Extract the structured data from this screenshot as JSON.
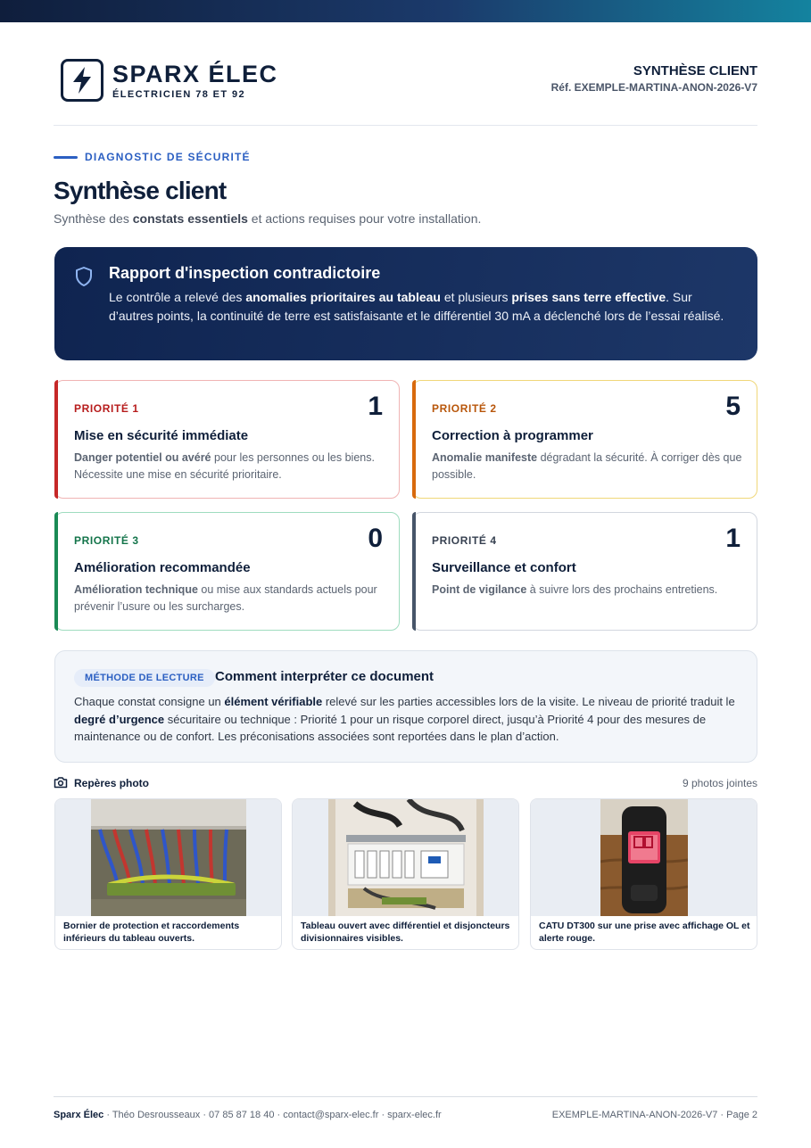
{
  "colors": {
    "navy": "#0f1f3a",
    "accent_blue": "#2b5fc2",
    "p1": "#c62828",
    "p2": "#d86a0d",
    "p3": "#1a8a55",
    "p4": "#475569"
  },
  "brand": {
    "name": "SPARX ÉLEC",
    "subtitle": "ÉLECTRICIEN 78 ET 92",
    "logo_icon": "lightning-bolt-icon"
  },
  "header": {
    "doc_title": "SYNTHÈSE CLIENT",
    "reference": "Réf. EXEMPLE-MARTINA-ANON-2026-V7"
  },
  "section": {
    "kicker": "DIAGNOSTIC DE SÉCURITÉ",
    "title": "Synthèse client",
    "lead_pre": "Synthèse des ",
    "lead_bold": "constats essentiels",
    "lead_post": " et actions requises pour votre installation."
  },
  "report": {
    "icon": "shield-icon",
    "title": "Rapport d'inspection contradictoire",
    "t1": "Le contrôle a relevé des ",
    "b1": "anomalies prioritaires au tableau",
    "t2": " et plusieurs ",
    "b2": "prises sans terre effective",
    "t3": ". Sur d’autres points, la continuité de terre est satisfaisante et le différentiel 30 mA a déclenché lors de l’essai réalisé."
  },
  "priorities": [
    {
      "label": "PRIORITÉ 1",
      "count": "1",
      "title": "Mise en sécurité immédiate",
      "desc_bold": "Danger potentiel ou avéré",
      "desc": " pour les personnes ou les biens. Nécessite une mise en sécurité prioritaire."
    },
    {
      "label": "PRIORITÉ 2",
      "count": "5",
      "title": "Correction à programmer",
      "desc_bold": "Anomalie manifeste",
      "desc": " dégradant la sécurité. À corriger dès que possible."
    },
    {
      "label": "PRIORITÉ 3",
      "count": "0",
      "title": "Amélioration recommandée",
      "desc_bold": "Amélioration technique",
      "desc": " ou mise aux standards actuels pour prévenir l’usure ou les surcharges."
    },
    {
      "label": "PRIORITÉ 4",
      "count": "1",
      "title": "Surveillance et confort",
      "desc_bold": "Point de vigilance",
      "desc": " à suivre lors des prochains entretiens."
    }
  ],
  "method": {
    "tag": "MÉTHODE DE LECTURE",
    "title": "Comment interpréter ce document",
    "t1": "Chaque constat consigne un ",
    "b1": "élément vérifiable",
    "t2": " relevé sur les parties accessibles lors de la visite. Le niveau de priorité traduit le ",
    "b2": "degré d’urgence",
    "t3": " sécuritaire ou technique : Priorité 1 pour un risque corporel direct, jusqu’à Priorité 4 pour des mesures de maintenance ou de confort. Les préconisations associées sont reportées dans le plan d’action."
  },
  "photos": {
    "icon": "camera-icon",
    "title": "Repères photo",
    "count": "9 photos jointes",
    "items": [
      {
        "caption": "Bornier de protection et raccordements inférieurs du tableau ouverts."
      },
      {
        "caption": "Tableau ouvert avec différentiel et disjoncteurs divisionnaires visibles."
      },
      {
        "caption": "CATU DT300 sur une prise avec affichage OL et alerte rouge."
      }
    ]
  },
  "footer": {
    "brand": "Sparx Élec",
    "contact": " · Théo Desrousseaux · 07 85 87 18 40 · contact@sparx-elec.fr · sparx-elec.fr",
    "page": "EXEMPLE-MARTINA-ANON-2026-V7 · Page 2"
  }
}
